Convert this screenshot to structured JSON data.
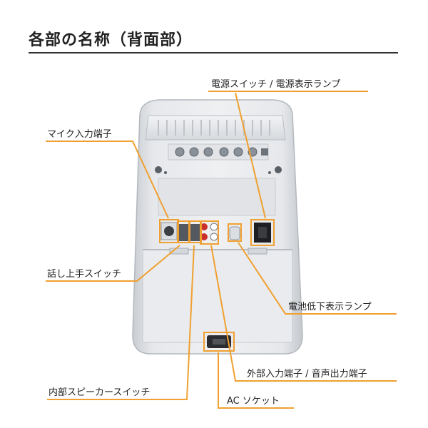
{
  "title": "各部の名称（背面部）",
  "accent_color": "#f0a030",
  "labels": {
    "power": "電源スイッチ / 電源表示ランプ",
    "mic": "マイク入力端子",
    "talk": "話し上手スイッチ",
    "battery": "電池低下表示ランプ",
    "external": "外部入力端子 / 音声出力端子",
    "internal": "内部スピーカースイッチ",
    "ac": "AC ソケット"
  }
}
